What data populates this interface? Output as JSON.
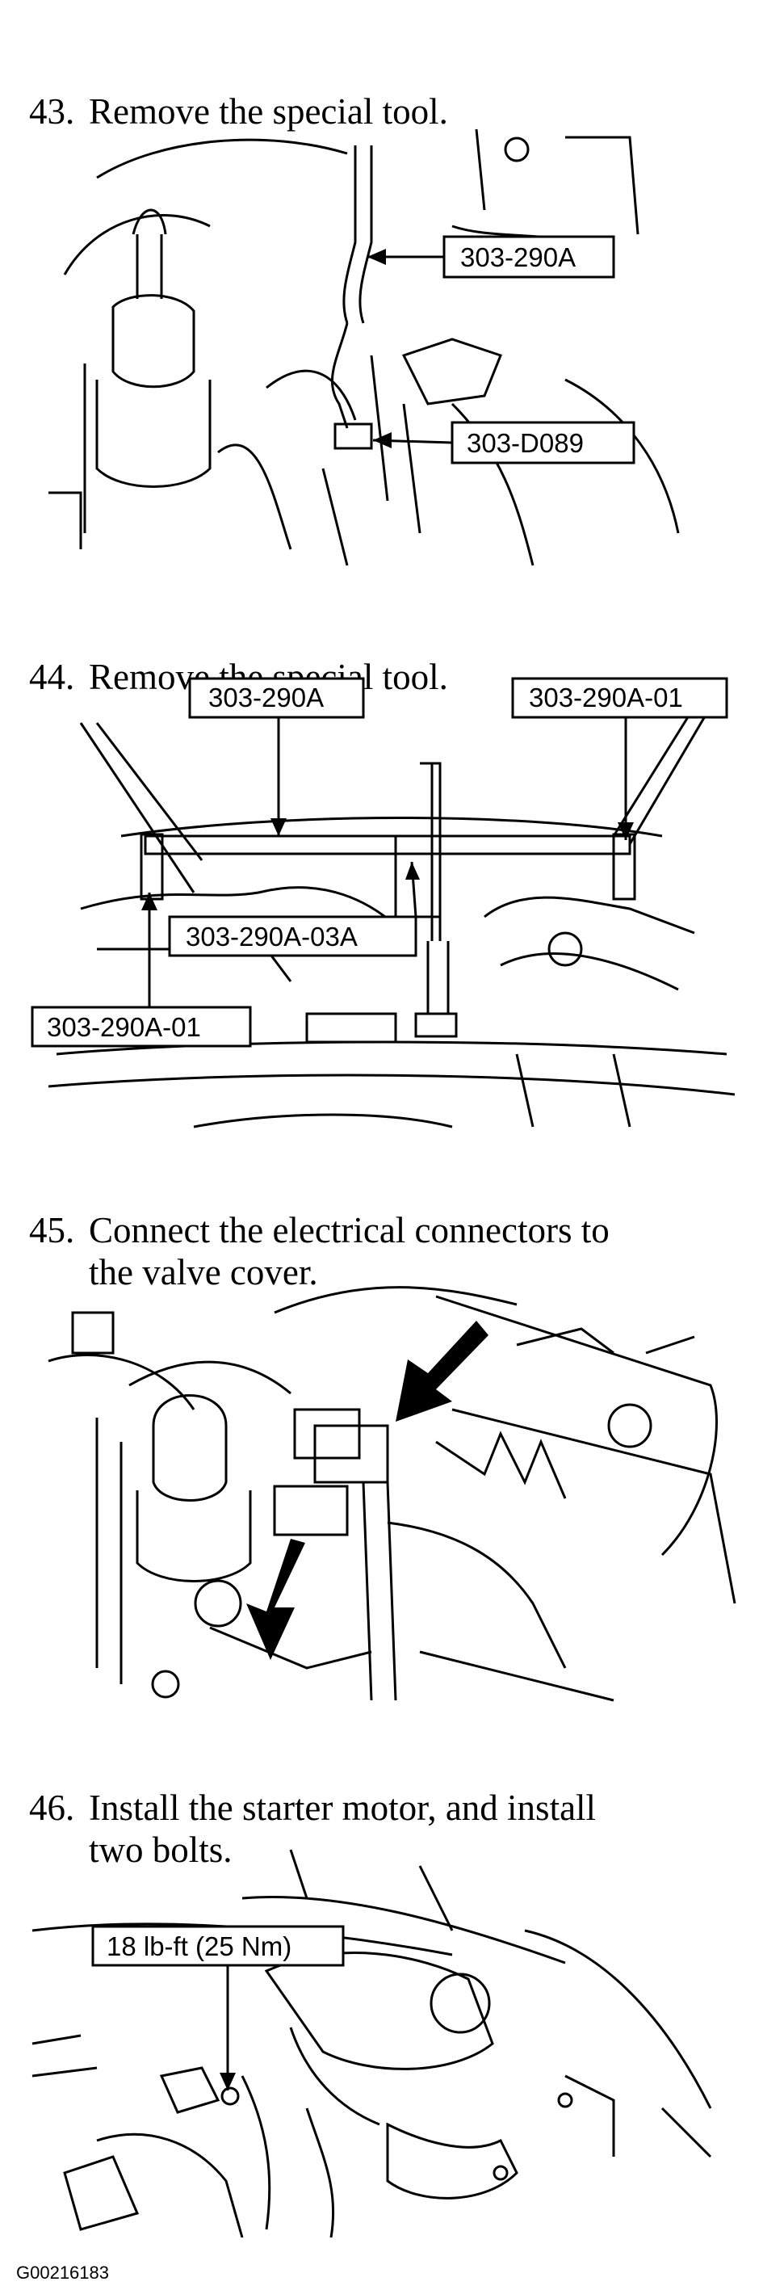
{
  "steps": [
    {
      "number": "43.",
      "text": "Remove the special tool.",
      "callouts": [
        "303-290A",
        "303-D089"
      ]
    },
    {
      "number": "44.",
      "text": "Remove the special tool.",
      "callouts": [
        "303-290A",
        "303-290A-01",
        "303-290A-03A",
        "303-290A-01"
      ]
    },
    {
      "number": "45.",
      "text": "Connect the electrical connectors to\nthe valve cover.",
      "callouts": []
    },
    {
      "number": "46.",
      "text": "Install the starter motor, and install\ntwo bolts.",
      "callouts": [
        "18 lb-ft (25 Nm)"
      ]
    }
  ],
  "footer_code": "G00216183"
}
